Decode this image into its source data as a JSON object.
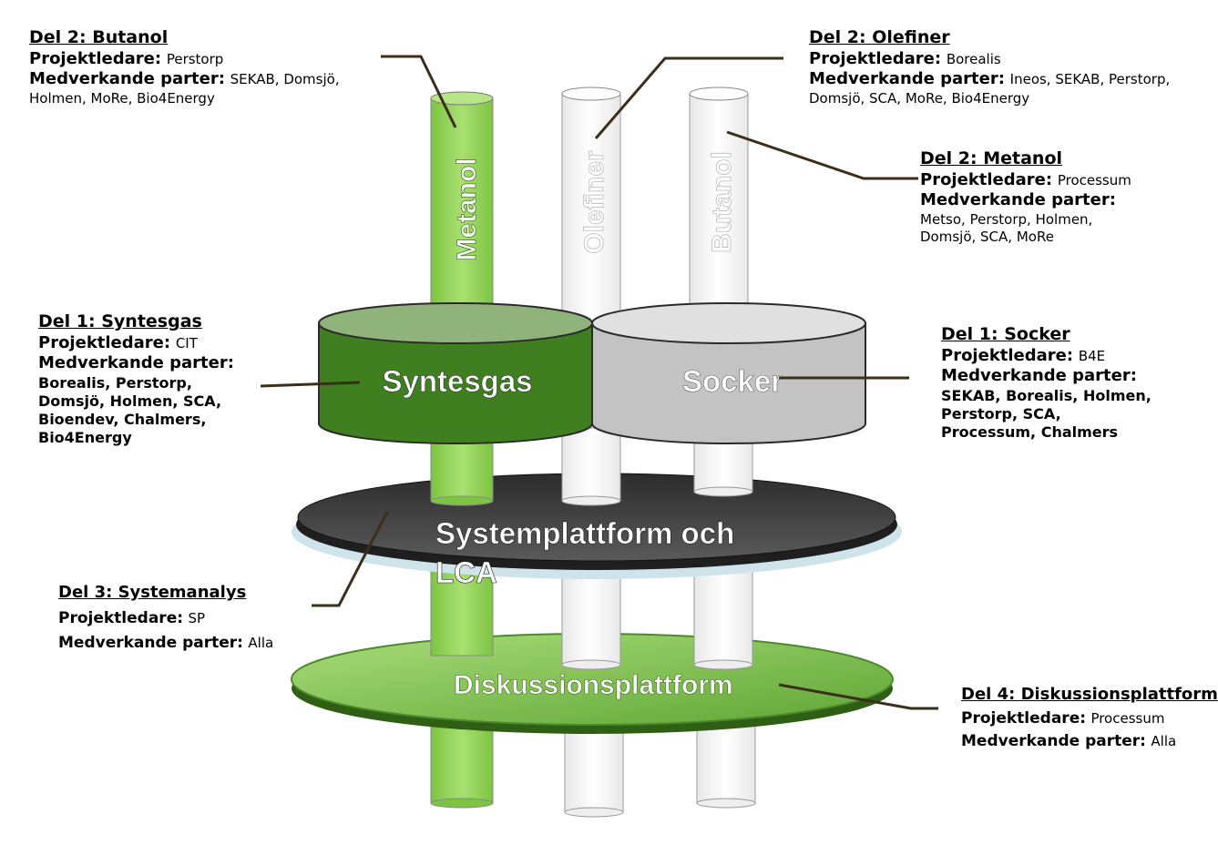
{
  "pillars": {
    "metanol": "Metanol",
    "olefiner": "Olefiner",
    "butanol": "Butanol"
  },
  "drums": {
    "syntesgas": "Syntesgas",
    "socker": "Socker"
  },
  "platforms": {
    "system_line1": "Systemplattform och",
    "system_line2": "LCA",
    "diskussion": "Diskussionsplattform"
  },
  "labels": {
    "butanol": {
      "title": "Del 2: Butanol",
      "leader_key": "Projektledare:",
      "leader": "Perstorp",
      "parties_key": "Medverkande parter:",
      "parties_1": "SEKAB, Domsjö,",
      "parties_2": "Holmen, MoRe, Bio4Energy"
    },
    "olefiner": {
      "title": "Del 2: Olefiner",
      "leader_key": "Projektledare:",
      "leader": "Borealis",
      "parties_key": "Medverkande parter:",
      "parties_1": "Ineos, SEKAB, Perstorp,",
      "parties_2": "Domsjö, SCA, MoRe, Bio4Energy"
    },
    "metanol": {
      "title": "Del 2: Metanol",
      "leader_key": "Projektledare:",
      "leader": "Processum",
      "parties_key": "Medverkande parter:",
      "parties_1": "Metso, Perstorp, Holmen,",
      "parties_2": "Domsjö, SCA, MoRe"
    },
    "syntesgas": {
      "title": "Del 1: Syntesgas",
      "leader_key": "Projektledare:",
      "leader": "CIT",
      "parties_key": "Medverkande parter:",
      "parties_1": "Borealis, Perstorp,",
      "parties_2": "Domsjö, Holmen, SCA,",
      "parties_3": "Bioendev, Chalmers,",
      "parties_4": "Bio4Energy"
    },
    "socker": {
      "title": "Del 1: Socker",
      "leader_key": "Projektledare:",
      "leader": "B4E",
      "parties_key": "Medverkande parter:",
      "parties_1": "SEKAB, Borealis, Holmen,",
      "parties_2": "Perstorp, SCA,",
      "parties_3": "Processum, Chalmers"
    },
    "systemanalys": {
      "title": "Del 3: Systemanalys",
      "leader_key": "Projektledare:",
      "leader": "SP",
      "parties_key": "Medverkande parter:",
      "parties": "Alla"
    },
    "diskussion": {
      "title": "Del 4: Diskussionsplattform",
      "leader_key": "Projektledare:",
      "leader": "Processum",
      "parties_key": "Medverkande parter:",
      "parties": "Alla"
    }
  },
  "colors": {
    "metanol_green": "#8fd14f",
    "syntesgas_green": "#3f7f1f",
    "socker_grey": "#c0c0c0",
    "system_dark": "#3a3a3a",
    "diskussion_green": "#7cc04a",
    "leader_line": "#3b2e1a"
  }
}
